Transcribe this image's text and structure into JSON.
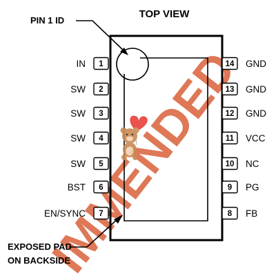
{
  "title": "TOP VIEW",
  "pin1_callout": "PIN 1 ID",
  "pad_callout": [
    "EXPOSED PAD",
    "ON BACKSIDE"
  ],
  "pins_left": [
    {
      "num": "1",
      "name": "IN"
    },
    {
      "num": "2",
      "name": "SW"
    },
    {
      "num": "3",
      "name": "SW"
    },
    {
      "num": "4",
      "name": "SW"
    },
    {
      "num": "5",
      "name": "SW"
    },
    {
      "num": "6",
      "name": "BST"
    },
    {
      "num": "7",
      "name": "EN/SYNC"
    }
  ],
  "pins_right": [
    {
      "num": "14",
      "name": "GND"
    },
    {
      "num": "13",
      "name": "GND"
    },
    {
      "num": "12",
      "name": "GND"
    },
    {
      "num": "11",
      "name": "VCC"
    },
    {
      "num": "10",
      "name": "NC"
    },
    {
      "num": "9",
      "name": "PG"
    },
    {
      "num": "8",
      "name": "FB"
    }
  ],
  "watermark_text": "IMMENDED",
  "colors": {
    "line": "#000000",
    "watermark": "#d9613a",
    "balloon": "#e8403a",
    "bear": "#c98a55"
  },
  "icons": {
    "watermark_mascot": "teddy-bear-with-heart-balloon"
  }
}
